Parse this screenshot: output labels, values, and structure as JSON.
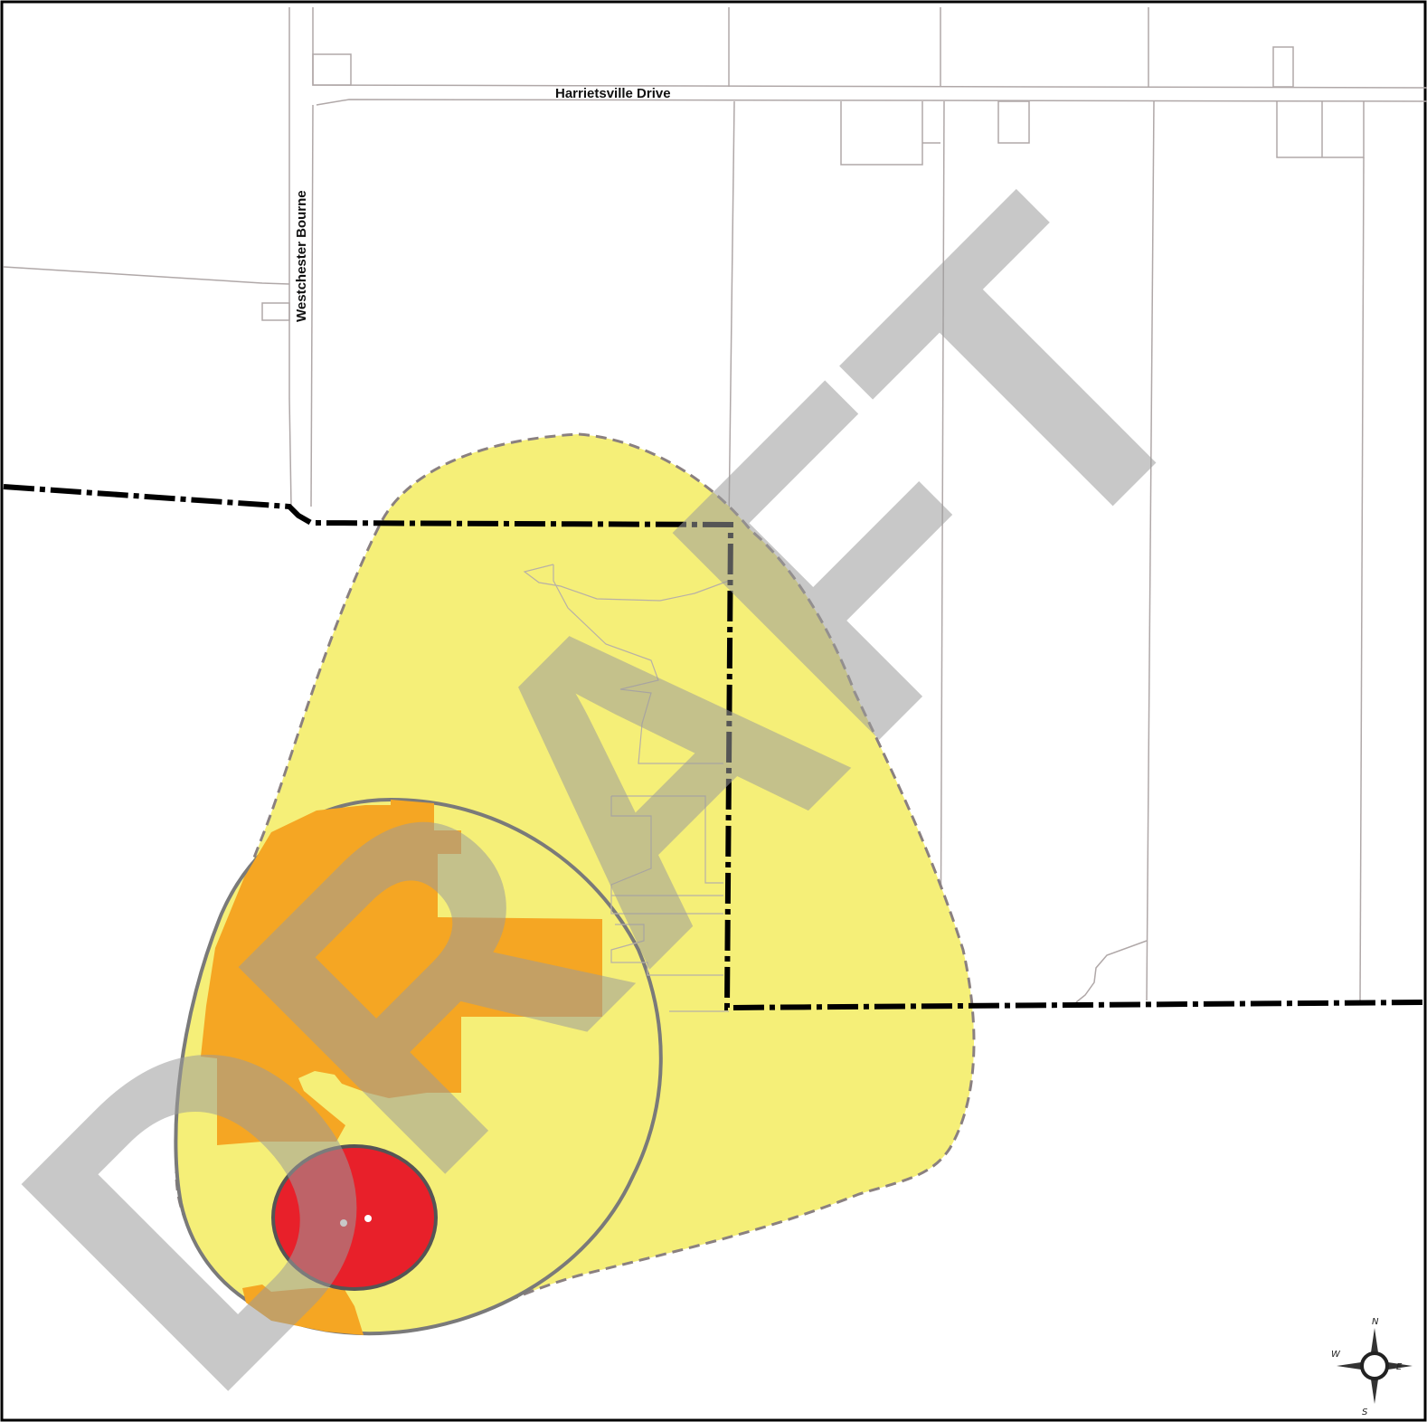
{
  "map": {
    "roads": {
      "harrietsville": "Harrietsville Drive",
      "westchester": "Westchester Bourne"
    },
    "watermark": "DRAFT",
    "compass": {
      "n": "N",
      "s": "S",
      "e": "E",
      "w": "W"
    },
    "colors": {
      "outer_zone_fill": "#f5ef78",
      "middle_zone_fill": "#f5a623",
      "inner_zone_fill": "#e8202a",
      "zone_outline": "#7a7a7a",
      "boundary_line": "#000000",
      "parcel_lines": "#b0a8a8",
      "watermark_gray": "#9a9a9a"
    }
  }
}
